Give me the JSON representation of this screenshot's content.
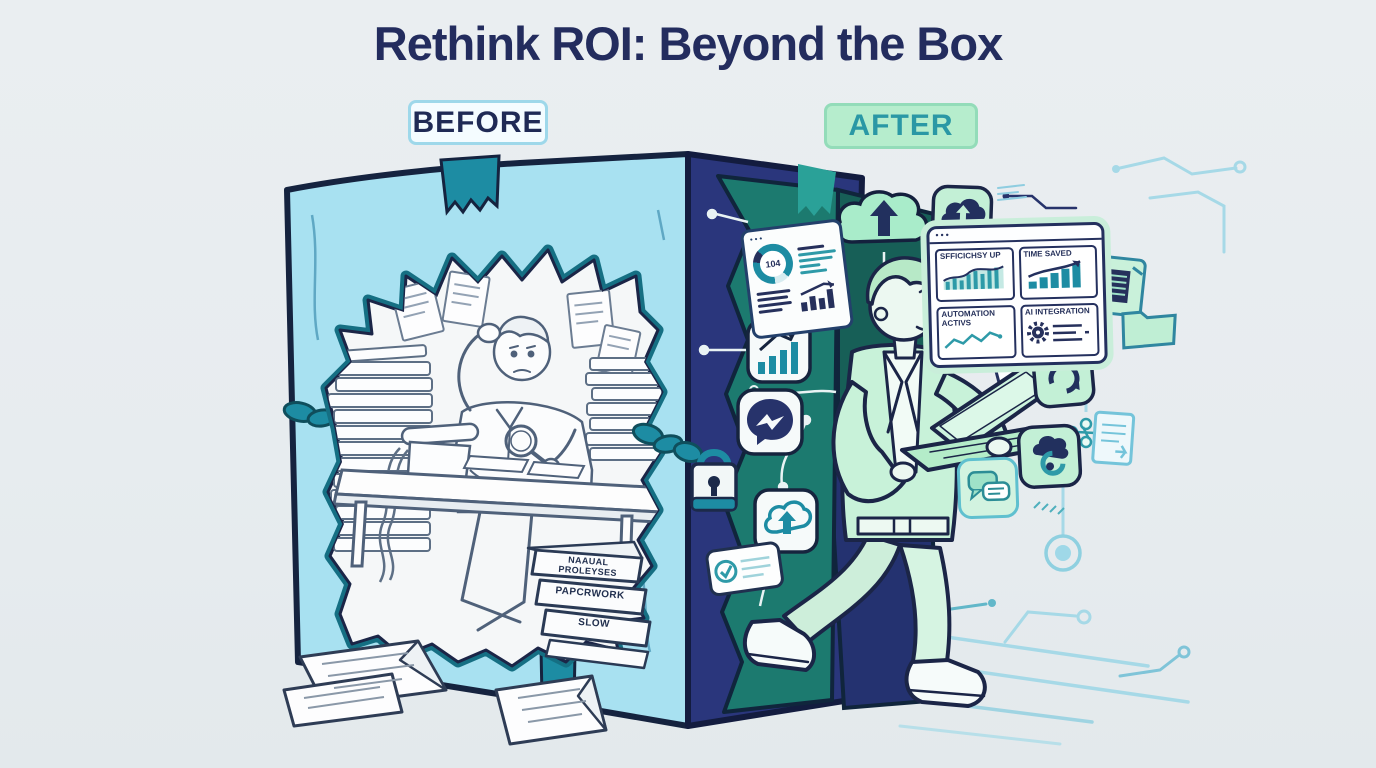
{
  "title": "Rethink ROI: Beyond the Box",
  "badges": {
    "before": "BEFORE",
    "after": "AFTER"
  },
  "before_scene": {
    "description": "stressed worker buried in paperwork inside a taped cardboard box",
    "books": {
      "top": "NAAUAL PROLEYSES",
      "middle": "PAPCRWORK",
      "bottom": "SLOW"
    }
  },
  "after_scene": {
    "description": "relaxed worker in mint suit walks out of the box holding a laptop",
    "dashboard": {
      "header_dots": "•••",
      "cards": [
        {
          "label": "SFFICICHSY UP",
          "chart": "striped rising area chart"
        },
        {
          "label": "TIME SAVED",
          "chart": "ascending bars with arrow"
        },
        {
          "label": "AUTOMATION ACTIVS",
          "chart": "zigzag line chart"
        },
        {
          "label": "AI INTEGRATION",
          "chart": "gear with text lines"
        }
      ]
    },
    "metrics_card": {
      "header_dots": "•••",
      "gauge_value": "104"
    }
  },
  "icons": {
    "cloud-upload-icon": "cloud + up arrow",
    "cloud-badge-icon": "navy cloud in mint rounded square",
    "bar-chart-icon": "rising bars + arrow in white rounded square",
    "messenger-chat-icon": "lightning chat bubble in navy circle",
    "cloud-sync-icon": "outlined cloud with up arrow",
    "checklist-card-icon": "check circle with text lines",
    "padlock-icon": "padlock on chain",
    "chain-icon": "chain links",
    "refresh-icon": "circular sync arrows",
    "ai-cloud-icon": "AI cloud chip",
    "chat-bubbles-icon": "two chat bubbles",
    "server-doc-icon": "document server box",
    "folder-icon": "folder",
    "page-icon": "document page",
    "circuit-node-icon": "circuit ring node",
    "gear-icon": "gear",
    "donut-gauge-icon": "circular gauge",
    "magnifier-icon": "magnifying glass",
    "phone-icon": "desk telephone",
    "paper-icon": "scattered paper sheets"
  },
  "colors": {
    "background": "#e9edf0",
    "title_navy": "#232c5e",
    "box_front_blue": "#a8e1f1",
    "box_side_navy": "#2a367c",
    "tape_teal": "#1d8ca3",
    "opening_teal": "#1c7a6f",
    "mint_suit": "#c8f2d9",
    "badge_after_bg": "#b6edcd",
    "badge_after_text": "#2a98a5",
    "badge_before_border": "#9ed8ea",
    "circuit_blue": "#a6d9e7",
    "sketch_gray": "#5d6f85"
  }
}
